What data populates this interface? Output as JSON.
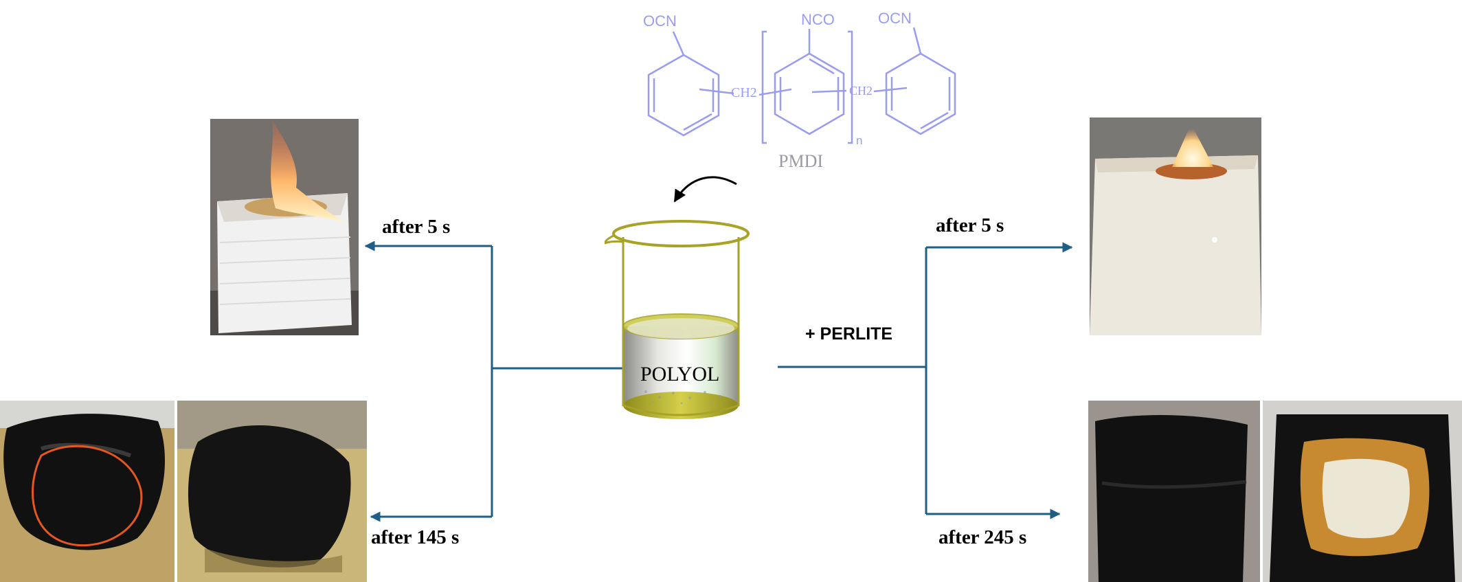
{
  "chemistry": {
    "structure_name": "PMDI",
    "left_group": "OCN",
    "middle_group": "NCO",
    "right_group": "OCN",
    "linker_left": "CH2",
    "linker_right": "CH2",
    "repeat_subscript": "n",
    "color": "#9a9cf0"
  },
  "beaker": {
    "label": "POLYOL",
    "glass_color": "#a8a227"
  },
  "left_branch": {
    "label_top": "after 5 s",
    "label_bottom": "after 145 s"
  },
  "right_branch": {
    "additive": "+ PERLITE",
    "label_top": "after 5 s",
    "label_bottom": "after 245 s"
  },
  "arrow_color": "#1f5e86",
  "photos": {
    "left_top": "burning white foam cube",
    "left_bottom_1": "charred melted foam with red circled region",
    "left_bottom_2": "charred black foam residue",
    "right_top": "white perlite foam cube with small flame",
    "right_bottom_1": "charred black perlite foam block",
    "right_bottom_2": "cross-section of charred perlite foam"
  }
}
